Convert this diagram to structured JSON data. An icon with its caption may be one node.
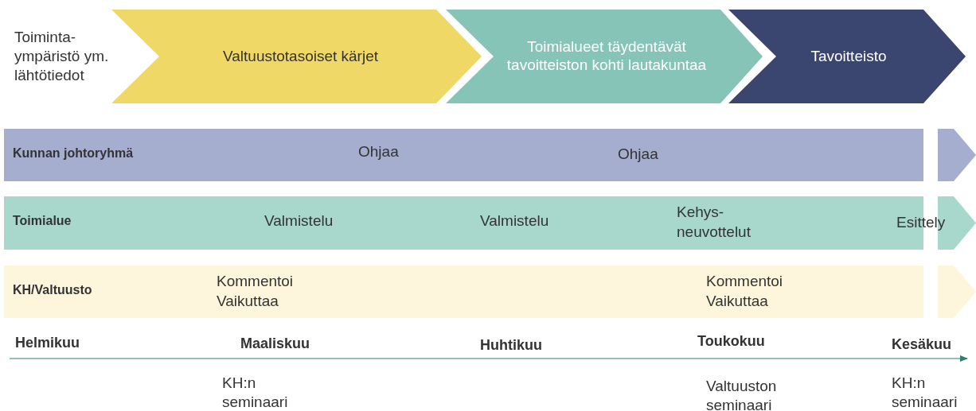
{
  "diagram": {
    "nodes": [
      {
        "text": [
          "Valtuustotasoiset kärjet"
        ]
      },
      {
        "text": [
          "Toimialueet täydentävät tavoitteiston kohti lautakuntaa"
        ]
      },
      {
        "text": [
          "Tavoitteisto"
        ]
      },
      {
        "text": [
          "Kunnan johtoryhmä",
          "Ohjaa",
          "Ohjaa"
        ]
      },
      {
        "text": [],
        "shape": "chevron"
      },
      {
        "text": [
          "Toimialue",
          "Valmistelu",
          "Valmistelu",
          "Kehys- neuvottelut"
        ]
      },
      {
        "text": [],
        "shape": "chevron"
      },
      {
        "text": [
          "KH/Valtuusto",
          "Kommentoi Vaikuttaa",
          "Kommentoi Vaikuttaa"
        ]
      },
      {
        "text": [],
        "shape": "chevron"
      }
    ],
    "labels": [
      "Toiminta- ympäristö ym. lähtötiedot",
      "Esittely",
      "Helmikuu",
      "Maaliskuu",
      "Huhtikuu",
      "Toukokuu",
      "Kesäkuu",
      "KH:n seminaari",
      "Valtuuston seminaari",
      "KH:n seminaari"
    ]
  }
}
